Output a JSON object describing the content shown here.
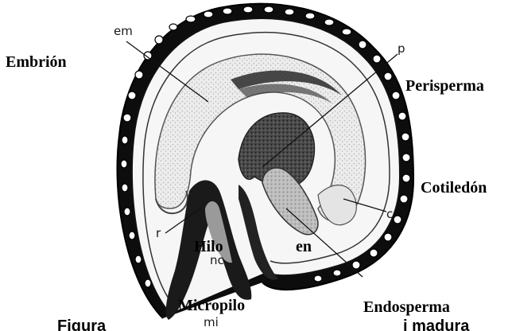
{
  "labels": {
    "embrion": "Embrión",
    "perisperma": "Perisperma",
    "cotiledon": "Cotiledón",
    "hilo": "Hilo",
    "en_bold": "en",
    "micropilo": "Micropilo",
    "endosperma": "Endosperma"
  },
  "letters": {
    "em": "em",
    "p": "p",
    "c": "c",
    "r": "r",
    "nc": "nc",
    "mi": "mi"
  },
  "caption": {
    "left": "Figura",
    "right": "i madura"
  }
}
